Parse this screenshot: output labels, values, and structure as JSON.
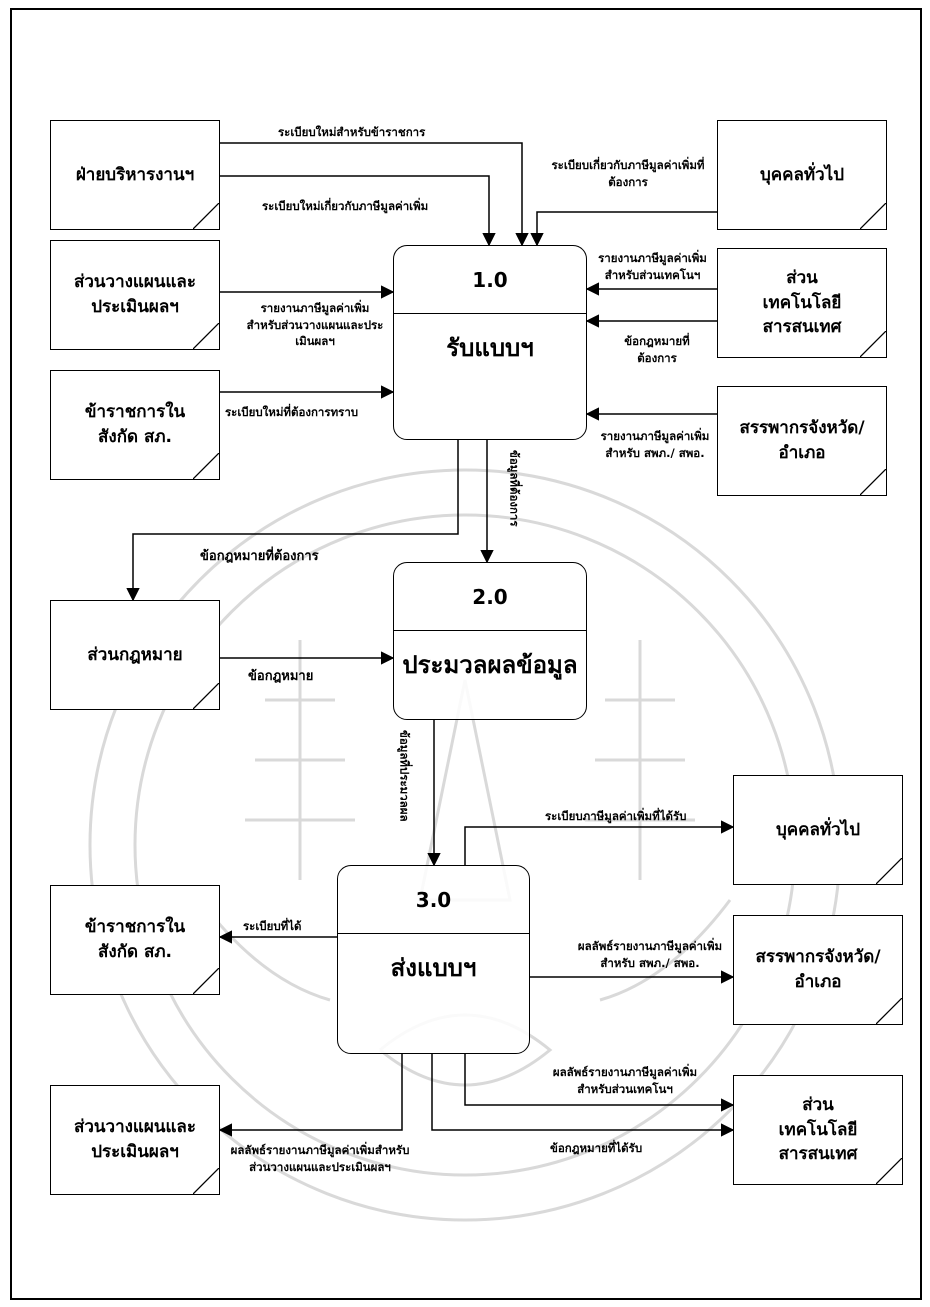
{
  "processes": {
    "p1": {
      "id": "1.0",
      "name": "รับแบบฯ"
    },
    "p2": {
      "id": "2.0",
      "name": "ประมวลผลข้อมูล"
    },
    "p3": {
      "id": "3.0",
      "name": "ส่งแบบฯ"
    }
  },
  "entities": {
    "admin": "ฝ่ายบริหารงานฯ",
    "public_top": "บุคคลทั่วไป",
    "planning_top": "ส่วนวางแผนและประเมินผลฯ",
    "it_top": "ส่วนเทคโนโลยีสารสนเทศ",
    "officials_top": "ข้าราชการในสังกัด สภ.",
    "revenue_top": "สรรพากรจังหวัด/อำเภอ",
    "legal": "ส่วนกฎหมาย",
    "officials_bottom": "ข้าราชการในสังกัด สภ.",
    "public_bottom": "บุคคลทั่วไป",
    "revenue_bottom": "สรรพากรจังหวัด/อำเภอ",
    "planning_bottom": "ส่วนวางแผนและประเมินผลฯ",
    "it_bottom": "ส่วนเทคโนโลยีสารสนเทศ"
  },
  "flows": {
    "f_admin_1": "ระเบียบใหม่สำหรับข้าราชการ",
    "f_admin_2": "ระเบียบใหม่เกี่ยวกับภาษีมูลค่าเพิ่ม",
    "f_public_1": "ระเบียบเกี่ยวกับภาษีมูลค่าเพิ่มที่ต้องการ",
    "f_planning_1": "รายงานภาษีมูลค่าเพิ่มสำหรับส่วนวางแผนและประเมินผลฯ",
    "f_it_1a": "รายงานภาษีมูลค่าเพิ่มสำหรับส่วนเทคโนฯ",
    "f_it_1b": "ข้อกฎหมายที่ต้องการ",
    "f_officials_1": "ระเบียบใหม่ที่ต้องการทราบ",
    "f_revenue_1": "รายงานภาษีมูลค่าเพิ่มสำหรับ สพภ./ สพอ.",
    "f_p1_legal": "ข้อกฎหมายที่ต้องการ",
    "f_p1_p2": "ข้อมูลที่ต้องการ",
    "f_legal_p2": "ข้อกฎหมาย",
    "f_p2_p3": "ข้อมูลที่ประมวลผล",
    "f_p3_public": "ระเบียบภาษีมูลค่าเพิ่มที่ได้รับ",
    "f_p3_officials": "ระเบียบที่ได้",
    "f_p3_revenue": "ผลลัพธ์รายงานภาษีมูลค่าเพิ่มสำหรับ สพภ./ สพอ.",
    "f_p3_it_a": "ผลลัพธ์รายงานภาษีมูลค่าเพิ่มสำหรับส่วนเทคโนฯ",
    "f_p3_it_b": "ข้อกฎหมายที่ได้รับ",
    "f_p3_planning": "ผลลัพธ์รายงานภาษีมูลค่าเพิ่มสำหรับส่วนวางแผนและประเมินผลฯ"
  },
  "colors": {
    "line": "#000000",
    "watermark": "#d9d9d9"
  }
}
